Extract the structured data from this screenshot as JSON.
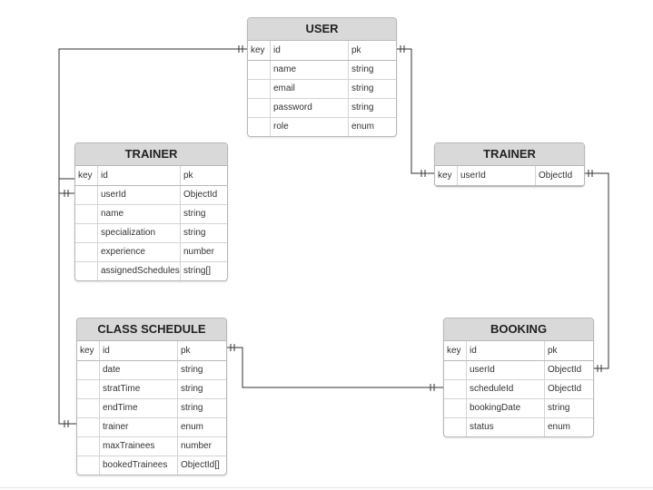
{
  "diagram": {
    "line_color": "#333333",
    "header_bg": "#d9d9d9",
    "entities": {
      "user": {
        "title": "USER",
        "rows": [
          {
            "key": "key",
            "name": "id",
            "type": "pk"
          },
          {
            "key": "",
            "name": "name",
            "type": "string"
          },
          {
            "key": "",
            "name": "email",
            "type": "string"
          },
          {
            "key": "",
            "name": "password",
            "type": "string"
          },
          {
            "key": "",
            "name": "role",
            "type": "enum"
          }
        ]
      },
      "trainer_left": {
        "title": "TRAINER",
        "rows": [
          {
            "key": "key",
            "name": "id",
            "type": "pk"
          },
          {
            "key": "",
            "name": "userId",
            "type": "ObjectId"
          },
          {
            "key": "",
            "name": "name",
            "type": "string"
          },
          {
            "key": "",
            "name": "specialization",
            "type": "string"
          },
          {
            "key": "",
            "name": "experience",
            "type": "number"
          },
          {
            "key": "",
            "name": "assignedSchedules",
            "type": "string[]"
          }
        ]
      },
      "trainer_right": {
        "title": "TRAINER",
        "rows": [
          {
            "key": "key",
            "name": "userId",
            "type": "ObjectId"
          }
        ]
      },
      "class_schedule": {
        "title": "CLASS SCHEDULE",
        "rows": [
          {
            "key": "key",
            "name": "id",
            "type": "pk"
          },
          {
            "key": "",
            "name": "date",
            "type": "string"
          },
          {
            "key": "",
            "name": "stratTime",
            "type": "string"
          },
          {
            "key": "",
            "name": "endTime",
            "type": "string"
          },
          {
            "key": "",
            "name": "trainer",
            "type": "enum"
          },
          {
            "key": "",
            "name": "maxTrainees",
            "type": "number"
          },
          {
            "key": "",
            "name": "bookedTrainees",
            "type": "ObjectId[]"
          }
        ]
      },
      "booking": {
        "title": "BOOKING",
        "rows": [
          {
            "key": "key",
            "name": "id",
            "type": "pk"
          },
          {
            "key": "",
            "name": "userId",
            "type": "ObjectId"
          },
          {
            "key": "",
            "name": "scheduleId",
            "type": "ObjectId"
          },
          {
            "key": "",
            "name": "bookingDate",
            "type": "string"
          },
          {
            "key": "",
            "name": "status",
            "type": "enum"
          }
        ]
      }
    }
  }
}
